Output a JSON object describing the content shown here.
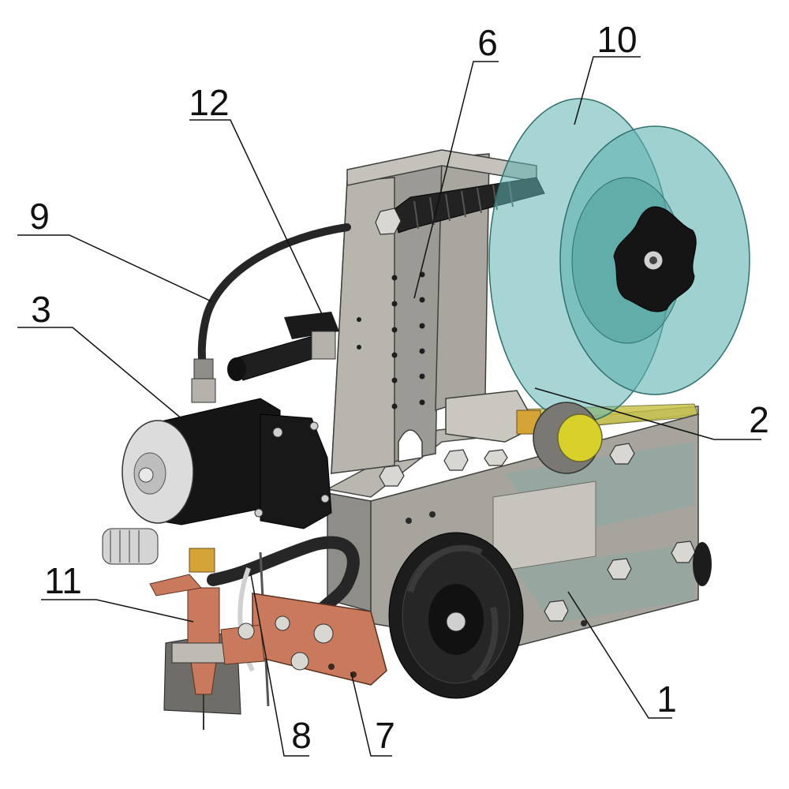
{
  "colors": {
    "frame_steel": "#9c9a94",
    "frame_dark": "#6f6d68",
    "spool_teal": "#5fb3b0",
    "motor_black": "#151515",
    "wheel_black": "#1c1c1c",
    "copper": "#c97a5c",
    "yellow_knob": "#d8d12c",
    "brass": "#d4a437",
    "base_yellow": "#c9c24a"
  },
  "icons": {
    "motor": "motor-icon",
    "spool": "wire-spool-icon",
    "wheel": "drive-wheel-icon",
    "torch": "welding-torch-icon",
    "knob": "clamp-knob-icon"
  },
  "callouts": [
    {
      "id": "c10",
      "label": "10"
    },
    {
      "id": "c6",
      "label": "6"
    },
    {
      "id": "c12",
      "label": "12"
    },
    {
      "id": "c9",
      "label": "9"
    },
    {
      "id": "c3",
      "label": "3"
    },
    {
      "id": "c2",
      "label": "2"
    },
    {
      "id": "c11",
      "label": "11"
    },
    {
      "id": "c1",
      "label": "1"
    },
    {
      "id": "c8",
      "label": "8"
    },
    {
      "id": "c7",
      "label": "7"
    }
  ]
}
